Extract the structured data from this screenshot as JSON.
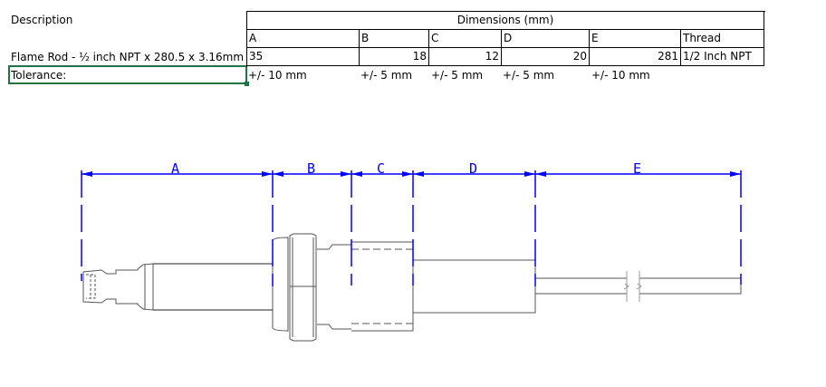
{
  "description_label": "Description",
  "item_description": "Flame Rod - ½ inch NPT x 280.5 x 3.16mm",
  "tolerance_label": "Tolerance:",
  "table": {
    "title": "Dimensions (mm)",
    "headers": [
      "A",
      "B",
      "C",
      "D",
      "E",
      "Thread"
    ],
    "values": [
      "35",
      "18",
      "12",
      "20",
      "281",
      "1/2 Inch NPT"
    ],
    "tolerances": [
      "+/- 10 mm",
      "+/- 5 mm",
      "+/- 5 mm",
      "+/- 5 mm",
      "+/- 10 mm"
    ]
  },
  "drawing": {
    "labels": [
      "A",
      "B",
      "C",
      "D",
      "E"
    ],
    "dimension_color": "#0000ff",
    "part_color": "#555555"
  }
}
